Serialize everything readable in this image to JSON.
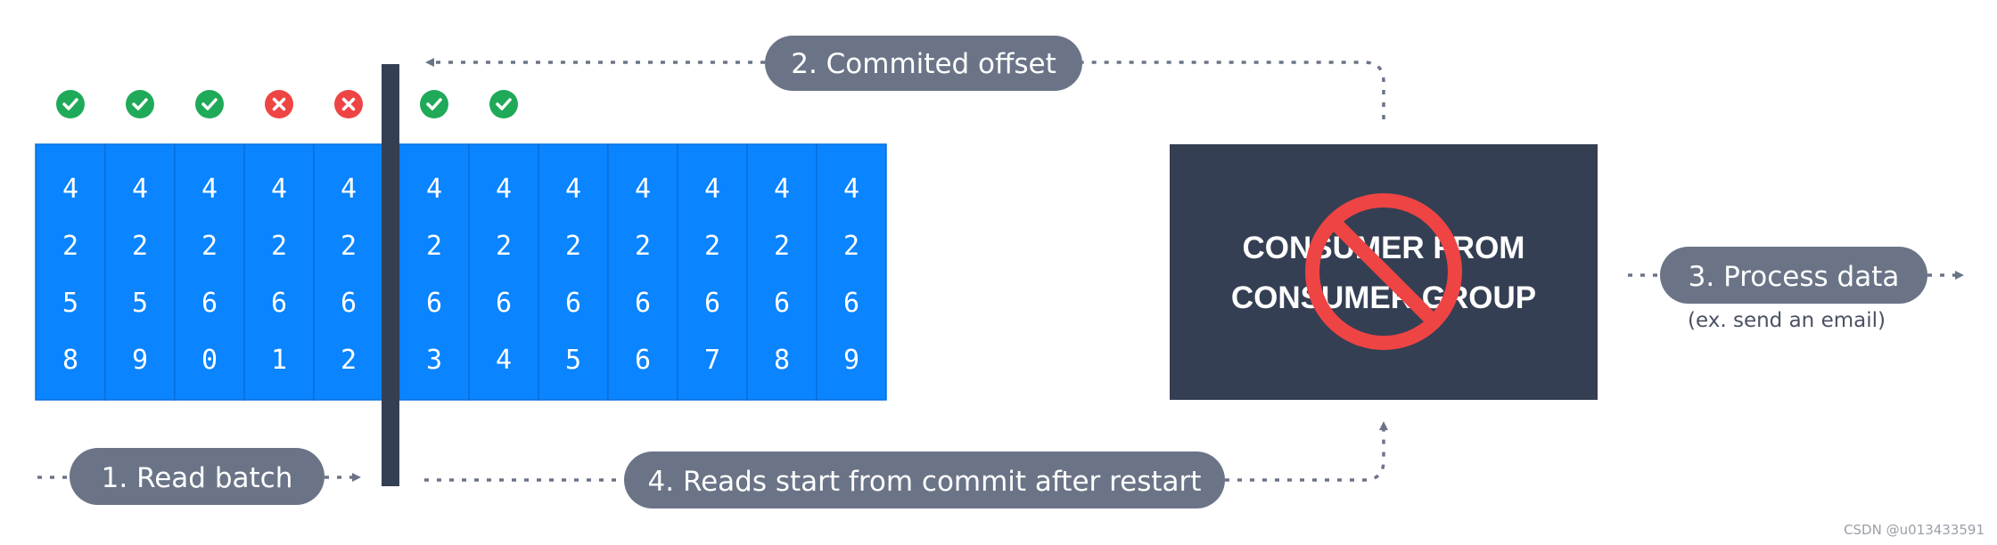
{
  "colors": {
    "partition_blue": "#0a84ff",
    "dark_bar": "#353f53",
    "pill_bg": "#6b7487",
    "arrow": "#6b7487",
    "ok_green": "#1faa59",
    "fail_red": "#ef4444",
    "prohibit_red": "#ef4444",
    "consumer_box": "#353f53"
  },
  "offsets": [
    {
      "digits": [
        "4",
        "2",
        "5",
        "8"
      ],
      "status": "ok",
      "status_icon": "check-icon"
    },
    {
      "digits": [
        "4",
        "2",
        "5",
        "9"
      ],
      "status": "ok",
      "status_icon": "check-icon"
    },
    {
      "digits": [
        "4",
        "2",
        "6",
        "0"
      ],
      "status": "ok",
      "status_icon": "check-icon"
    },
    {
      "digits": [
        "4",
        "2",
        "6",
        "1"
      ],
      "status": "fail",
      "status_icon": "cross-icon"
    },
    {
      "digits": [
        "4",
        "2",
        "6",
        "2"
      ],
      "status": "fail",
      "status_icon": "cross-icon"
    },
    {
      "digits": [
        "4",
        "2",
        "6",
        "3"
      ],
      "status": "ok",
      "status_icon": "check-icon"
    },
    {
      "digits": [
        "4",
        "2",
        "6",
        "4"
      ],
      "status": "ok",
      "status_icon": "check-icon"
    },
    {
      "digits": [
        "4",
        "2",
        "6",
        "5"
      ],
      "status": null,
      "status_icon": null
    },
    {
      "digits": [
        "4",
        "2",
        "6",
        "6"
      ],
      "status": null,
      "status_icon": null
    },
    {
      "digits": [
        "4",
        "2",
        "6",
        "7"
      ],
      "status": null,
      "status_icon": null
    },
    {
      "digits": [
        "4",
        "2",
        "6",
        "8"
      ],
      "status": null,
      "status_icon": null
    },
    {
      "digits": [
        "4",
        "2",
        "6",
        "9"
      ],
      "status": null,
      "status_icon": null
    }
  ],
  "labels": {
    "read_batch": "1. Read batch",
    "commited_offset": "2. Commited offset",
    "process_data": "3. Process data",
    "process_data_sub": "(ex. send an email)",
    "reads_start": "4. Reads start from commit after restart"
  },
  "consumer": {
    "line1": "CONSUMER FROM",
    "line2": "CONSUMER GROUP",
    "overlay_icon": "prohibited-icon"
  },
  "watermark": "CSDN @u013433591"
}
